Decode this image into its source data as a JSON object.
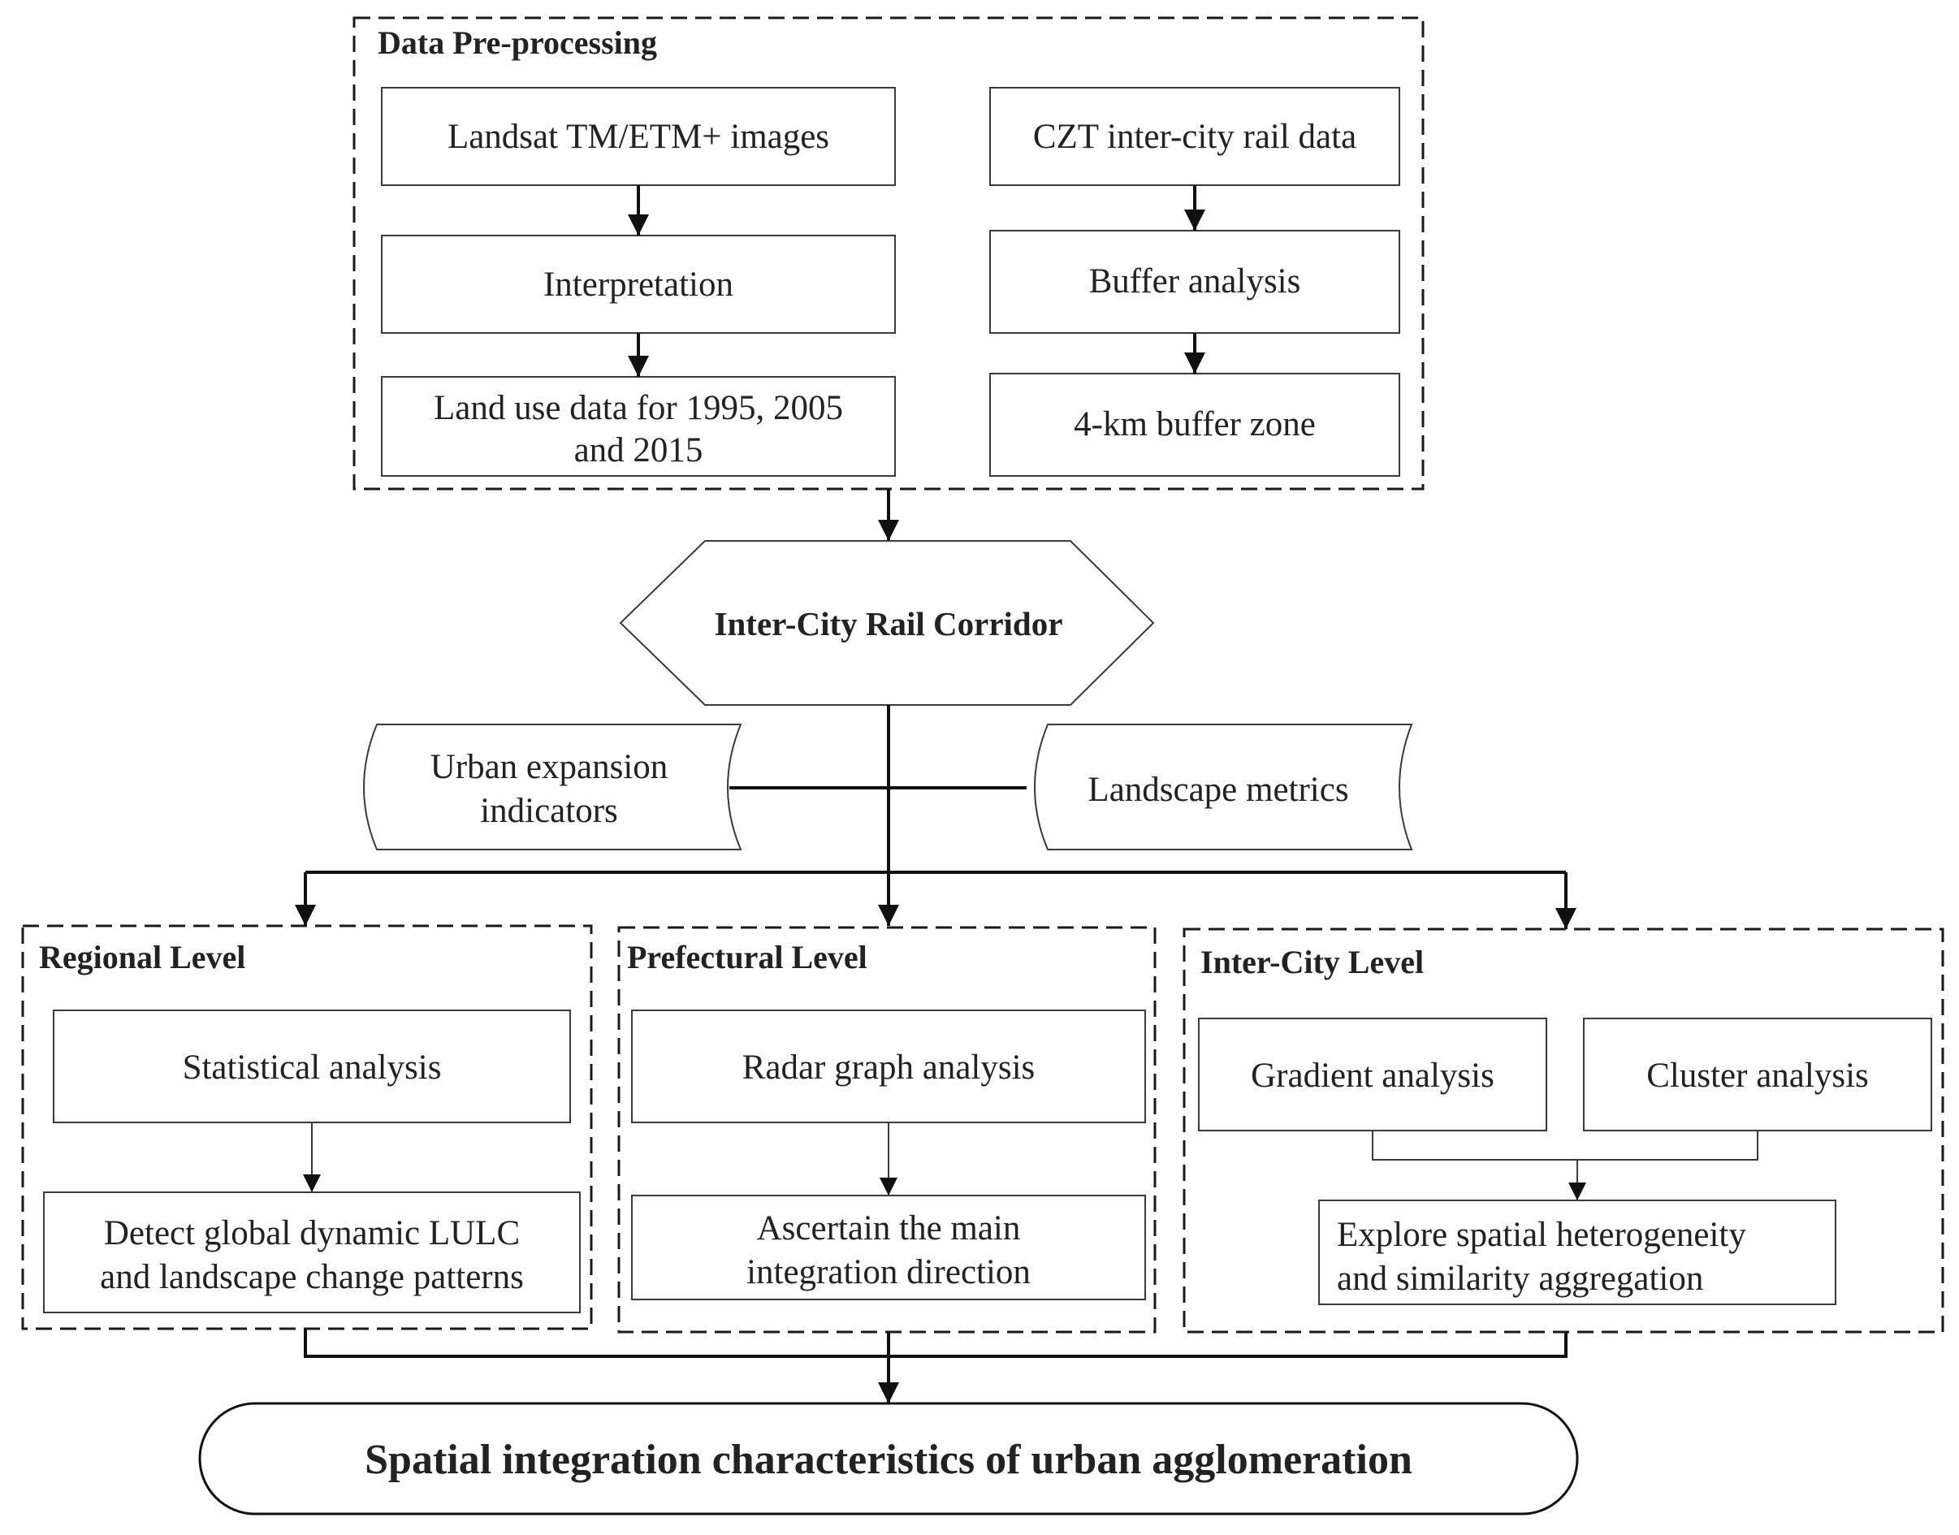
{
  "data_preprocessing": {
    "title": "Data Pre-processing",
    "landsat": "Landsat TM/ETM+ images",
    "interpretation": "Interpretation",
    "land_use_line1": "Land use data for 1995, 2005",
    "land_use_line2": "and 2015",
    "rail_data": "CZT inter-city rail data",
    "buffer_analysis": "Buffer analysis",
    "buffer_zone": "4-km buffer zone"
  },
  "corridor": {
    "label": "Inter-City Rail Corridor"
  },
  "inputs": {
    "urban_line1": "Urban expansion",
    "urban_line2": "indicators",
    "landscape": "Landscape metrics"
  },
  "regional": {
    "title": "Regional Level",
    "stat": "Statistical analysis",
    "detect_line1": "Detect global dynamic LULC",
    "detect_line2": "and landscape change patterns"
  },
  "prefectural": {
    "title": "Prefectural Level",
    "radar": "Radar graph analysis",
    "ascertain_line1": "Ascertain the main",
    "ascertain_line2": "integration direction"
  },
  "intercity": {
    "title": "Inter-City Level",
    "gradient": "Gradient analysis",
    "cluster": "Cluster analysis",
    "explore_line1": "Explore spatial heterogeneity",
    "explore_line2": "and similarity aggregation"
  },
  "result": {
    "label": "Spatial integration characteristics of urban agglomeration"
  }
}
